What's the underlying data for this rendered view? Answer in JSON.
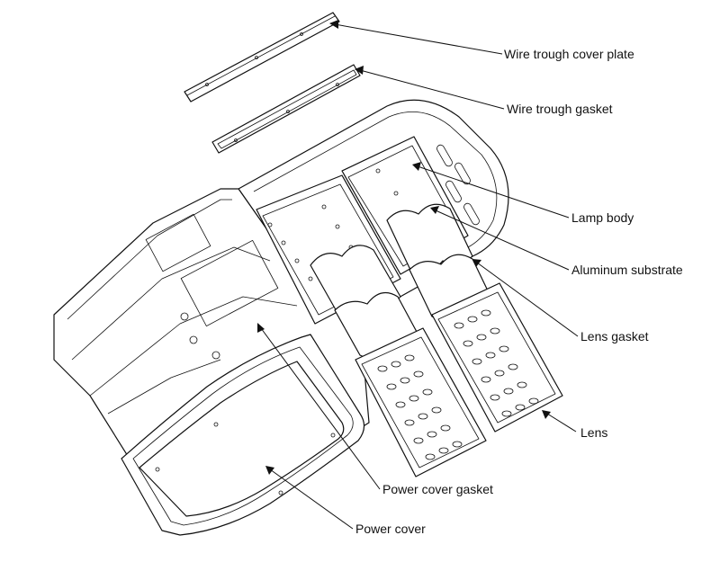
{
  "diagram": {
    "callouts": [
      {
        "id": "wire-trough-cover-plate",
        "text": "Wire trough cover plate"
      },
      {
        "id": "wire-trough-gasket",
        "text": "Wire trough gasket"
      },
      {
        "id": "lamp-body",
        "text": "Lamp body"
      },
      {
        "id": "aluminum-substrate",
        "text": "Aluminum substrate"
      },
      {
        "id": "lens-gasket",
        "text": "Lens gasket"
      },
      {
        "id": "lens",
        "text": "Lens"
      },
      {
        "id": "power-cover-gasket",
        "text": "Power cover gasket"
      },
      {
        "id": "power-cover",
        "text": "Power cover"
      }
    ]
  }
}
